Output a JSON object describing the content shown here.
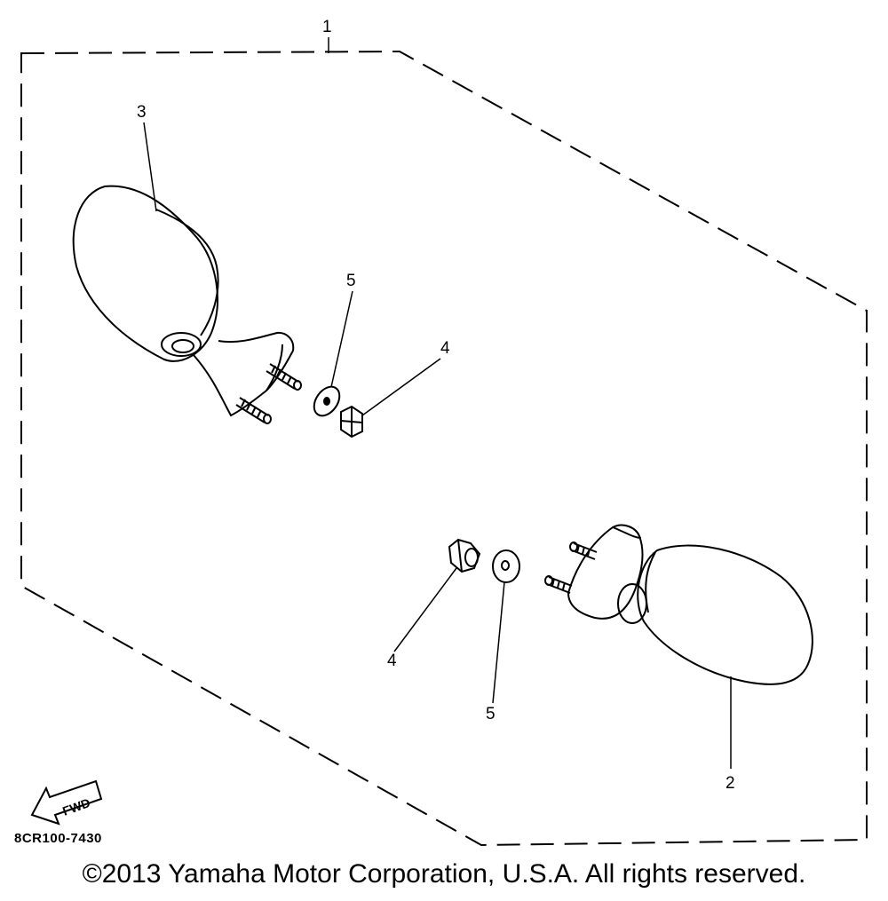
{
  "callouts": {
    "c1": "1",
    "c2": "2",
    "c3": "3",
    "c4_upper": "4",
    "c4_lower": "4",
    "c5_upper": "5",
    "c5_lower": "5"
  },
  "fwd_label": "FWD",
  "drawing_id": "8CR100-7430",
  "copyright": "©2013 Yamaha Motor Corporation, U.S.A. All rights reserved."
}
